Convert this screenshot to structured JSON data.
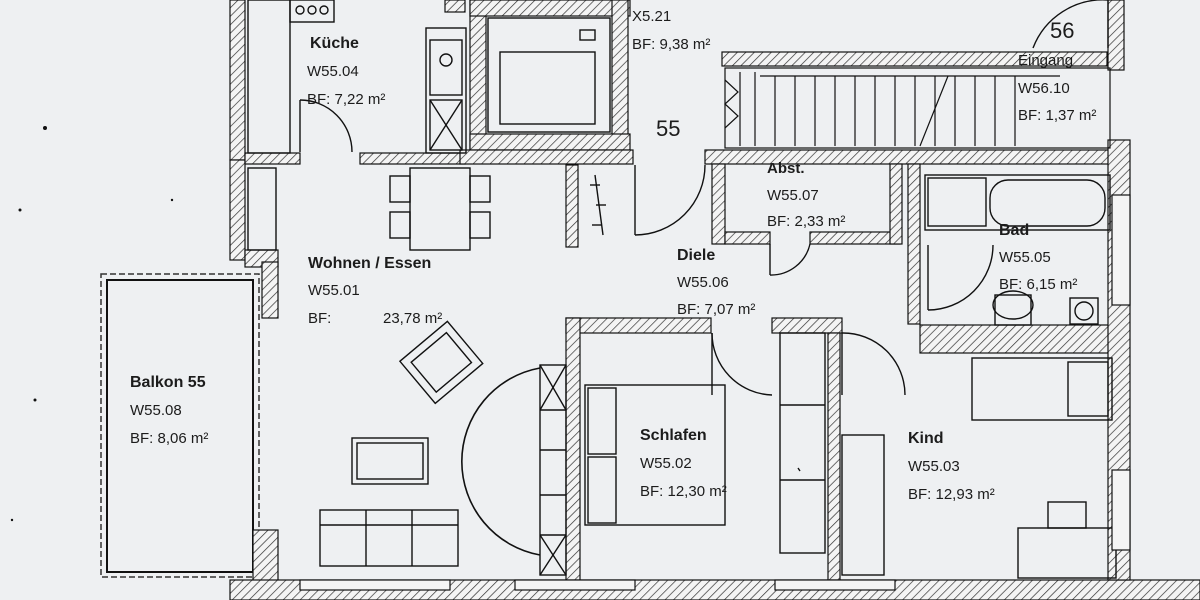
{
  "plan": {
    "apartment_number": "55",
    "neighbor_apartment_number": "56",
    "rooms": {
      "kueche": {
        "name": "Küche",
        "code": "W55.04",
        "area": "BF: 7,22 m²"
      },
      "x521": {
        "code": "X5.21",
        "area": "BF: 9,38 m²"
      },
      "eingang": {
        "name": "Eingang",
        "code": "W56.10",
        "area": "BF: 1,37 m²"
      },
      "abst": {
        "name": "Abst.",
        "code": "W55.07",
        "area": "BF: 2,33 m²"
      },
      "bad": {
        "name": "Bad",
        "code": "W55.05",
        "area": "BF: 6,15 m²"
      },
      "wohnen": {
        "name": "Wohnen / Essen",
        "code": "W55.01",
        "area_prefix": "BF:",
        "area_value": "23,78 m²"
      },
      "diele": {
        "name": "Diele",
        "code": "W55.06",
        "area": "BF: 7,07 m²"
      },
      "balkon": {
        "name": "Balkon 55",
        "code": "W55.08",
        "area": "BF: 8,06 m²"
      },
      "schlafen": {
        "name": "Schlafen",
        "code": "W55.02",
        "area": "BF: 12,30 m²"
      },
      "kind": {
        "name": "Kind",
        "code": "W55.03",
        "area": "BF: 12,93 m²"
      }
    }
  }
}
